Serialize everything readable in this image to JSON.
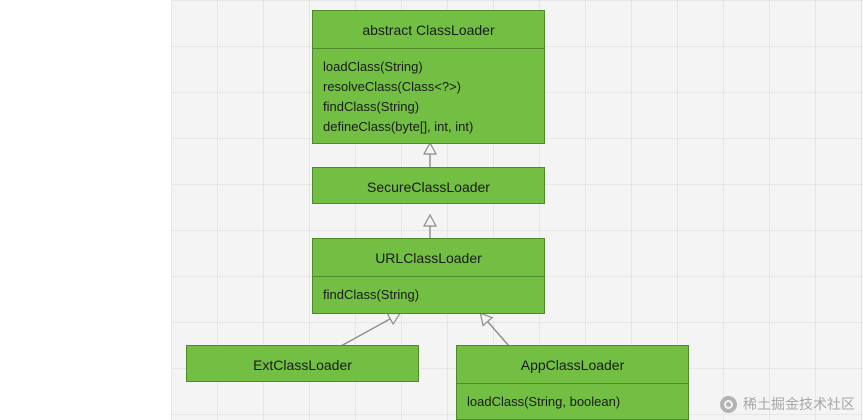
{
  "diagram": {
    "type": "uml-class-diagram",
    "background_color": "#f4f4f4",
    "grid_color": "#e6e6e6",
    "node_fill": "#72bf44",
    "node_border": "#4f8a2a",
    "nodes": [
      {
        "id": "classloader",
        "title": "abstract ClassLoader",
        "members": [
          "loadClass(String)",
          "resolveClass(Class<?>)",
          "findClass(String)",
          "defineClass(byte[], int, int)"
        ]
      },
      {
        "id": "secureclassloader",
        "title": "SecureClassLoader",
        "members": []
      },
      {
        "id": "urlclassloader",
        "title": "URLClassLoader",
        "members": [
          "findClass(String)"
        ]
      },
      {
        "id": "extclassloader",
        "title": "ExtClassLoader",
        "members": []
      },
      {
        "id": "appclassloader",
        "title": "AppClassLoader",
        "members": [
          "loadClass(String, boolean)"
        ]
      }
    ],
    "edges": [
      {
        "from": "secureclassloader",
        "to": "classloader",
        "kind": "generalization"
      },
      {
        "from": "urlclassloader",
        "to": "secureclassloader",
        "kind": "generalization"
      },
      {
        "from": "extclassloader",
        "to": "urlclassloader",
        "kind": "generalization"
      },
      {
        "from": "appclassloader",
        "to": "urlclassloader",
        "kind": "generalization"
      }
    ]
  },
  "watermark": {
    "text": "稀土掘金技术社区",
    "logo_name": "juejin-logo-icon"
  }
}
